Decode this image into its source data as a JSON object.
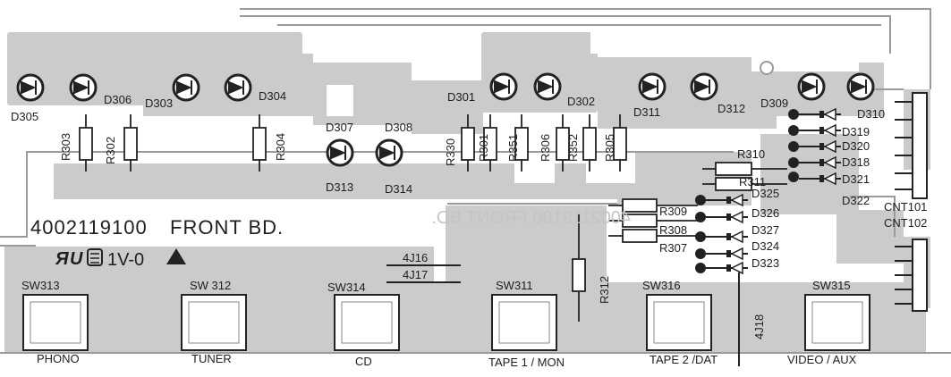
{
  "board": {
    "part_number": "4002119100",
    "name": "FRONT BD.",
    "rating": "1V-0",
    "ghost_text": "4002119100 FRONT BD."
  },
  "diodes": {
    "D305": "D305",
    "D306": "D306",
    "D303": "D303",
    "D304": "D304",
    "D307": "D307",
    "D308": "D308",
    "D313": "D313",
    "D314": "D314",
    "D301": "D301",
    "D302": "D302",
    "D311": "D311",
    "D312": "D312",
    "D309": "D309",
    "D310": "D310",
    "D319": "D319",
    "D320": "D320",
    "D318": "D318",
    "D321": "D321",
    "D322": "D322",
    "D325": "D325",
    "D326": "D326",
    "D327": "D327",
    "D324": "D324",
    "D323": "D323"
  },
  "resistors": {
    "R303": "R303",
    "R302": "R302",
    "R304": "R304",
    "R330": "R330",
    "R301": "R301",
    "R351": "R351",
    "R306": "R306",
    "R352": "R352",
    "R305": "R305",
    "R310": "R310",
    "R311": "R311",
    "R309": "R309",
    "R308": "R308",
    "R307": "R307",
    "R312": "R312"
  },
  "jumpers": {
    "J16": "4J16",
    "J17": "4J17",
    "J18": "4J18"
  },
  "connectors": {
    "CNT101": "CNT101",
    "CNT102": "CNT102"
  },
  "switches": [
    {
      "ref": "SW313",
      "function": "PHONO"
    },
    {
      "ref": "SW 312",
      "function": "TUNER"
    },
    {
      "ref": "SW314",
      "function": "CD"
    },
    {
      "ref": "SW311",
      "function": "TAPE 1 / MON"
    },
    {
      "ref": "SW316",
      "function": "TAPE 2 /DAT"
    },
    {
      "ref": "SW315",
      "function": "VIDEO / AUX"
    }
  ],
  "colors": {
    "copper": "#c8c8c8",
    "pad": "#bdbdbd",
    "trace_outline": "#9a9a9a",
    "ink": "#1e1e1e",
    "board": "#ffffff"
  }
}
